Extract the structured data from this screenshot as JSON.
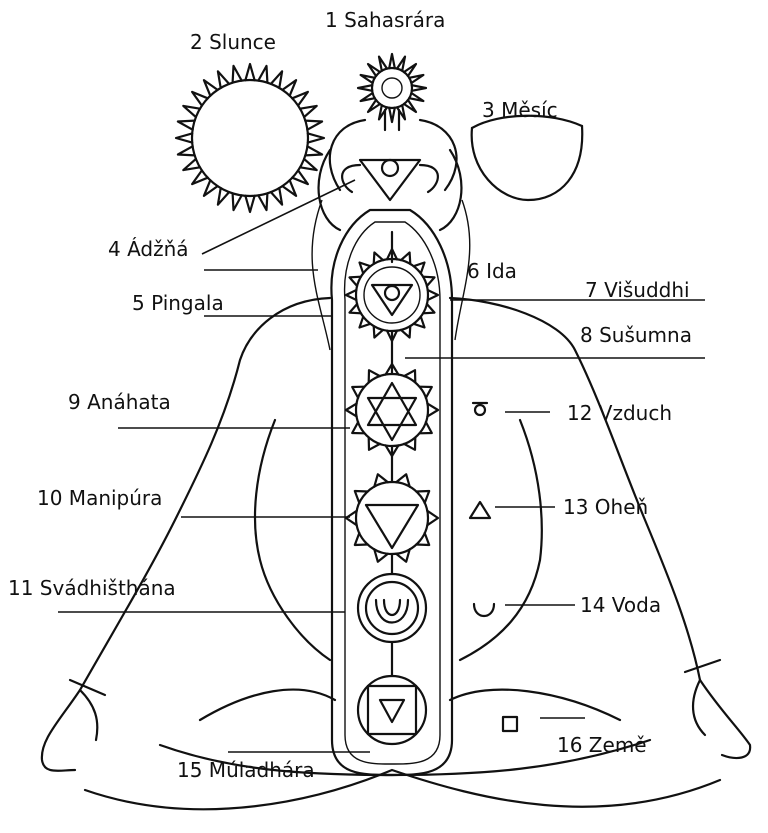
{
  "labels": {
    "sahasrara": "1 Sahasrára",
    "slunce": "2 Slunce",
    "mesic": "3 Měsíc",
    "adzna": "4 Ádžňá",
    "pingala": "5 Pingala",
    "ida": "6 Ida",
    "visuddhi": "7 Višuddhi",
    "susumna": "8 Sušumna",
    "anahata": "9 Anáhata",
    "manipura": "10 Manipúra",
    "svadhisthana": "11 Svádhišthána",
    "vzduch": "12 Vzduch",
    "ohen": "13 Oheň",
    "voda": "14 Voda",
    "muladhara": "15 Múladhára",
    "zeme": "16 Země"
  }
}
